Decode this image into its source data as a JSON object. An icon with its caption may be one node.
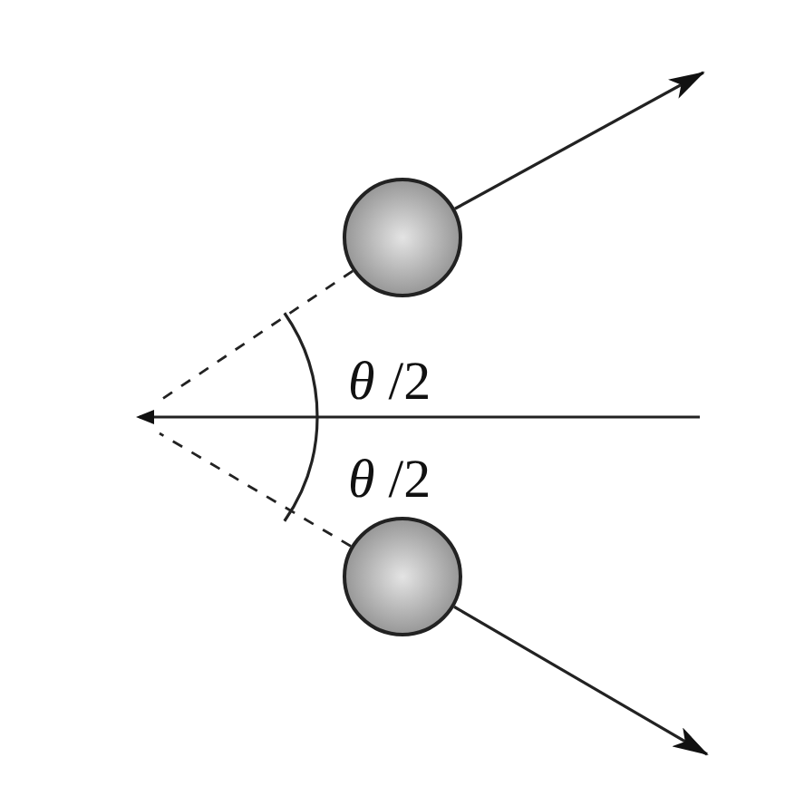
{
  "diagram": {
    "nodes": [
      {
        "text": [],
        "shape": "circle"
      },
      {
        "text": [],
        "shape": "circle"
      }
    ],
    "edges": [
      {
        "from": 0,
        "to": null,
        "arrow": "to"
      },
      {
        "from": 1,
        "to": null,
        "arrow": "to"
      },
      {
        "from": 0,
        "to": null,
        "arrow": "none",
        "style": "dashed"
      },
      {
        "from": 1,
        "to": null,
        "arrow": "none",
        "style": "dashed"
      }
    ],
    "labels": [
      "*θ* /2",
      "*θ* /2"
    ]
  }
}
